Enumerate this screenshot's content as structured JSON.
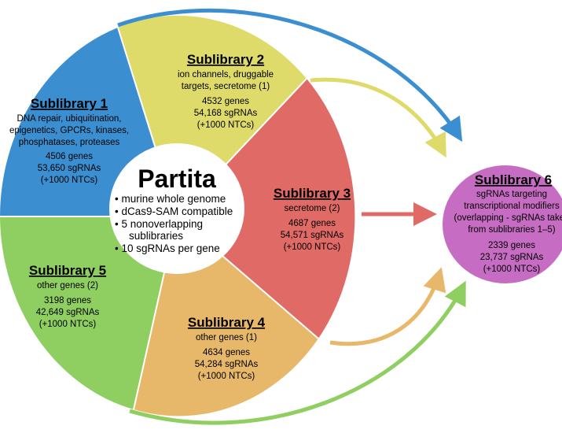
{
  "colors": {
    "s1": "#3b8fd1",
    "s2": "#dedb6a",
    "s3": "#e06a66",
    "s4": "#e8b86a",
    "s5": "#8fcf62",
    "s6": "#c76cc3",
    "center": "#ffffff",
    "arrow_blue": "#3b8fd1",
    "arrow_yellow": "#dedb6a",
    "arrow_red": "#e06a66",
    "arrow_orange": "#e8b86a",
    "arrow_green": "#8fcf62"
  },
  "center": {
    "title": "Partita",
    "bullets": [
      "• murine whole genome",
      "• dCas9-SAM compatible",
      "• 5 nonoverlapping",
      "sublibraries",
      "• 10 sgRNAs per gene"
    ]
  },
  "sublibraries": [
    {
      "title": "Sublibrary 1",
      "desc": [
        "DNA repair, ubiquitination,",
        "epigenetics, GPCRs, kinases,",
        "phosphatases, proteases"
      ],
      "stats": [
        "4506 genes",
        "53,650 sgRNAs",
        "(+1000 NTCs)"
      ]
    },
    {
      "title": "Sublibrary 2",
      "desc": [
        "ion channels, druggable",
        "targets, secretome (1)"
      ],
      "stats": [
        "4532 genes",
        "54,168 sgRNAs",
        "(+1000 NTCs)"
      ]
    },
    {
      "title": "Sublibrary 3",
      "desc": [
        "secretome (2)"
      ],
      "stats": [
        "4687 genes",
        "54,571 sgRNAs",
        "(+1000 NTCs)"
      ]
    },
    {
      "title": "Sublibrary 4",
      "desc": [
        "other genes (1)"
      ],
      "stats": [
        "4634 genes",
        "54,284 sgRNAs",
        "(+1000 NTCs)"
      ]
    },
    {
      "title": "Sublibrary 5",
      "desc": [
        "other genes (2)"
      ],
      "stats": [
        "3198 genes",
        "42,649 sgRNAs",
        "(+1000 NTCs)"
      ]
    },
    {
      "title": "Sublibrary 6",
      "desc": [
        "sgRNAs targeting",
        "transcriptional modifiers",
        "(overlapping - sgRNAs taken",
        "from sublibraries 1–5)"
      ],
      "stats": [
        "2339 genes",
        "23,737 sgRNAs",
        "(+1000 NTCs)"
      ]
    }
  ]
}
